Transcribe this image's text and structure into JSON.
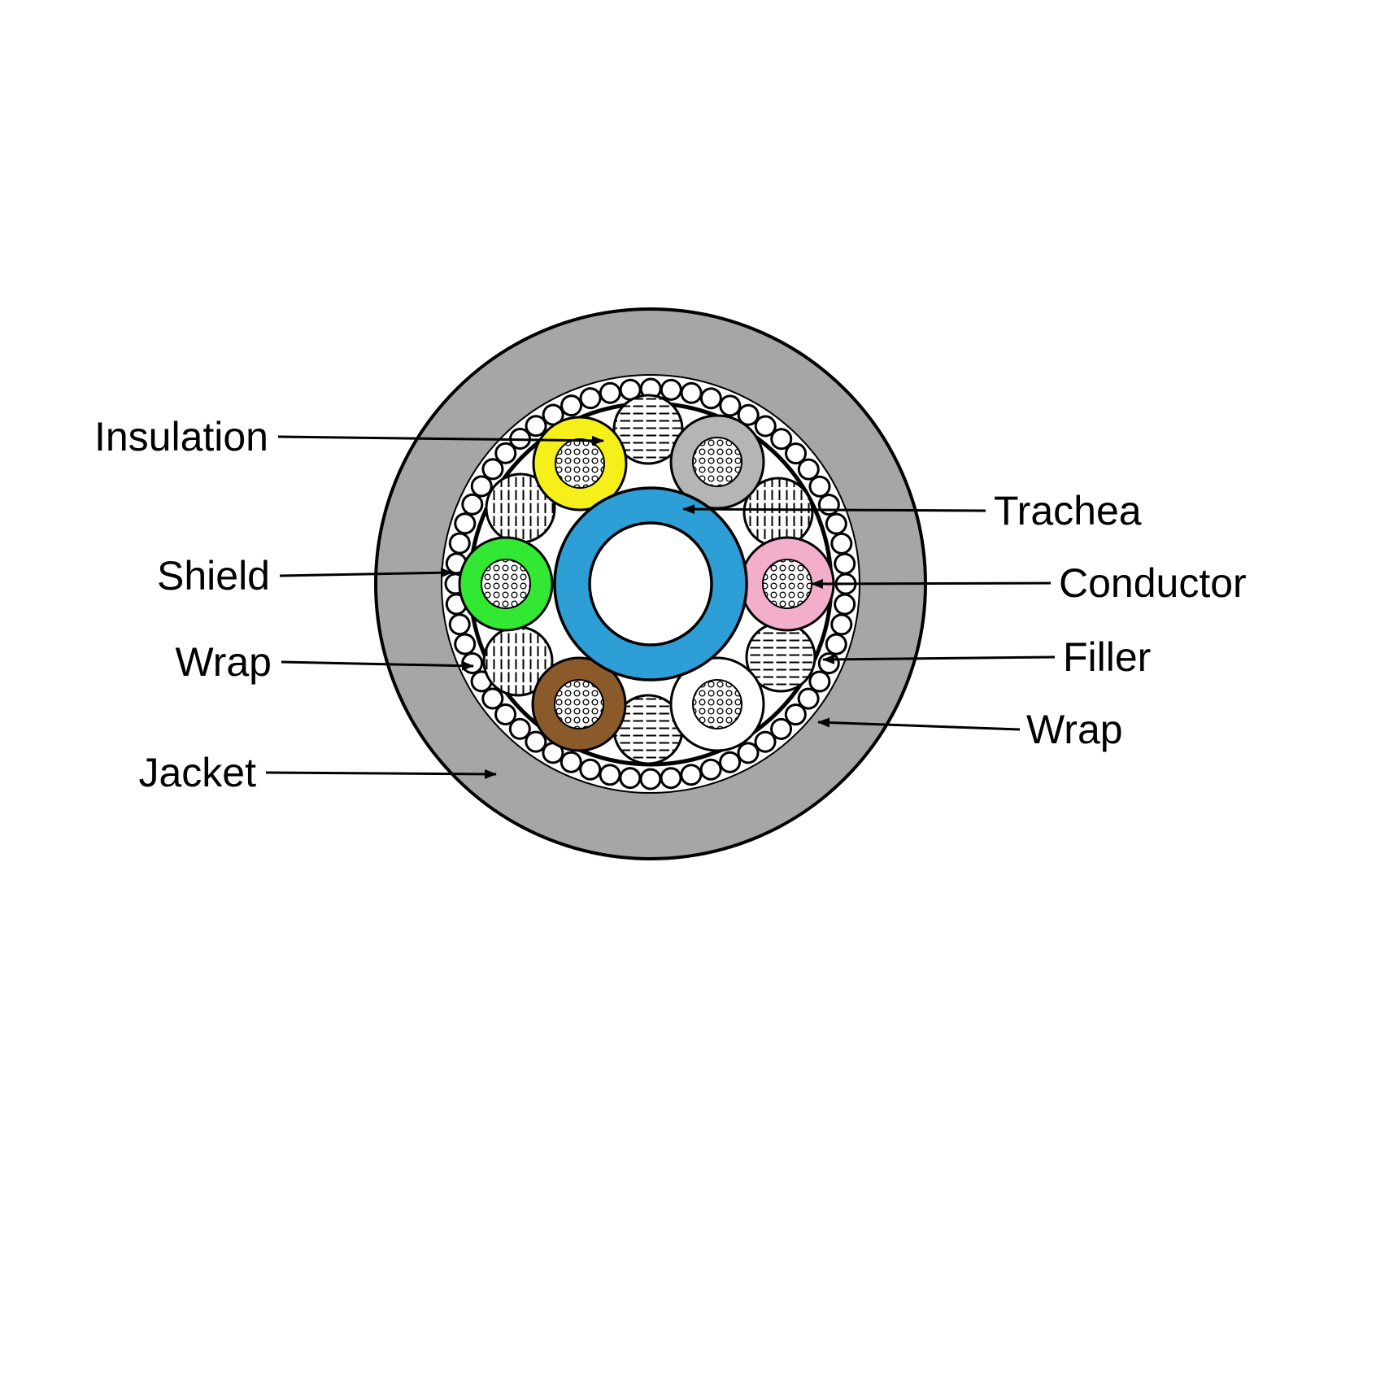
{
  "figure": {
    "labels": {
      "insulation": "Insulation",
      "shield": "Shield",
      "wrap_left": "Wrap",
      "jacket": "Jacket",
      "trachea": "Trachea",
      "conductor": "Conductor",
      "filler": "Filler",
      "wrap_right": "Wrap"
    },
    "colors": {
      "jacket_gray": "#a6a6a6",
      "wrap_white": "#ffffff",
      "shield_black": "#000000",
      "trachea_blue": "#2e9fd6",
      "insulation_yellow": "#f7ef1a",
      "insulation_green": "#33e833",
      "insulation_brown": "#8a5a2b",
      "insulation_gray": "#b5b5b5",
      "insulation_pink": "#f3aecb",
      "insulation_white": "#ffffff"
    }
  }
}
